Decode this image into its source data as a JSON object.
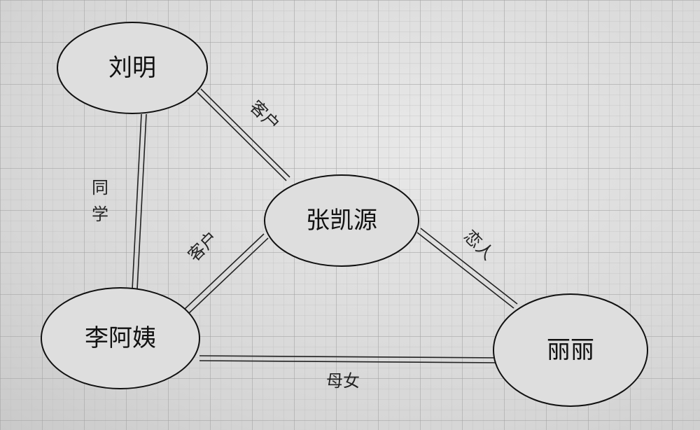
{
  "nodes": {
    "liu_ming": "刘明",
    "zhang_kaiyuan": "张凯源",
    "li_ayi": "李阿姨",
    "lili": "丽丽"
  },
  "edges": {
    "liu_zhang": "客户",
    "liu_li_char1": "同",
    "liu_li_char2": "学",
    "li_zhang": "客户",
    "zhang_lili": "恋人",
    "li_lili": "母女"
  },
  "colors": {
    "stroke": "#111111",
    "ellipse_fill": "#dedede"
  }
}
